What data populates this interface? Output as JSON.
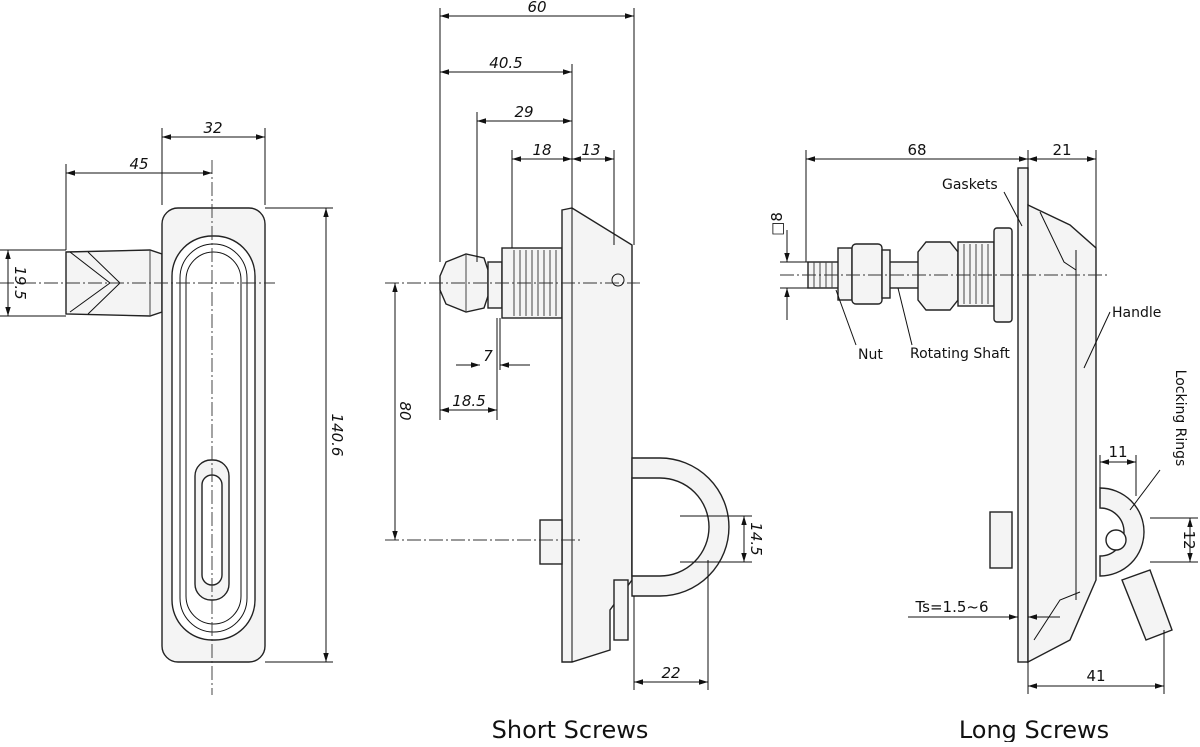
{
  "dimensions": {
    "front_width": "32",
    "front_offset": "45",
    "front_height": "140.6",
    "front_shaft": "19.5",
    "side_overall": "60",
    "side_40": "40.5",
    "side_29": "29",
    "side_18": "18",
    "side_13": "13",
    "side_7": "7",
    "side_185": "18.5",
    "side_80": "80",
    "side_145": "14.5",
    "side_22": "22",
    "long_68": "68",
    "long_21": "21",
    "long_square": "□8",
    "long_11": "11",
    "long_12": "12",
    "long_41": "41",
    "long_ts": "Ts=1.5~6"
  },
  "labels": {
    "gaskets": "Gaskets",
    "handle": "Handle",
    "nut": "Nut",
    "rotating_shaft": "Rotating Shaft",
    "locking_rings": "Locking Rings"
  },
  "captions": {
    "short": "Short Screws",
    "long": "Long Screws"
  }
}
